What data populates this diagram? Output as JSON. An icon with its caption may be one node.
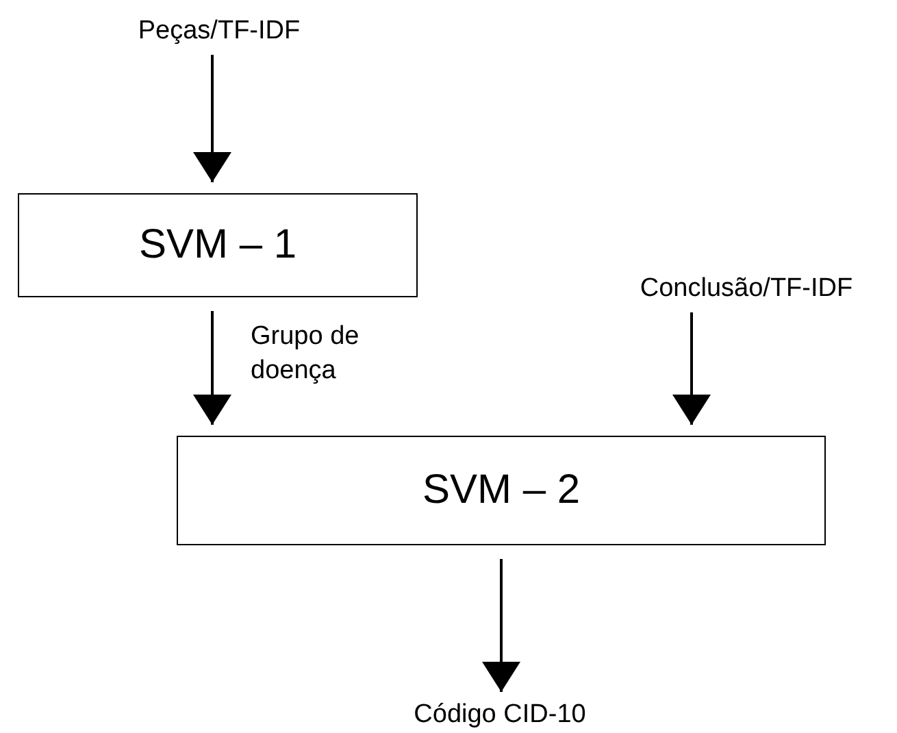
{
  "diagram": {
    "nodes": [
      {
        "text": [
          "Peças/TF-IDF"
        ]
      },
      {
        "text": [
          "SVM – 1"
        ]
      },
      {
        "text": [
          "Conclusão/TF-IDF"
        ]
      },
      {
        "text": [
          "SVM – 2"
        ]
      },
      {
        "text": [
          "Código CID-10"
        ]
      }
    ],
    "edges": [
      {
        "from": 0,
        "to": 1,
        "arrow": "to"
      },
      {
        "from": 1,
        "to": 3,
        "arrow": "to",
        "label": "Grupo de doença"
      },
      {
        "from": 2,
        "to": 3,
        "arrow": "to"
      },
      {
        "from": 3,
        "to": 4,
        "arrow": "to"
      }
    ]
  }
}
